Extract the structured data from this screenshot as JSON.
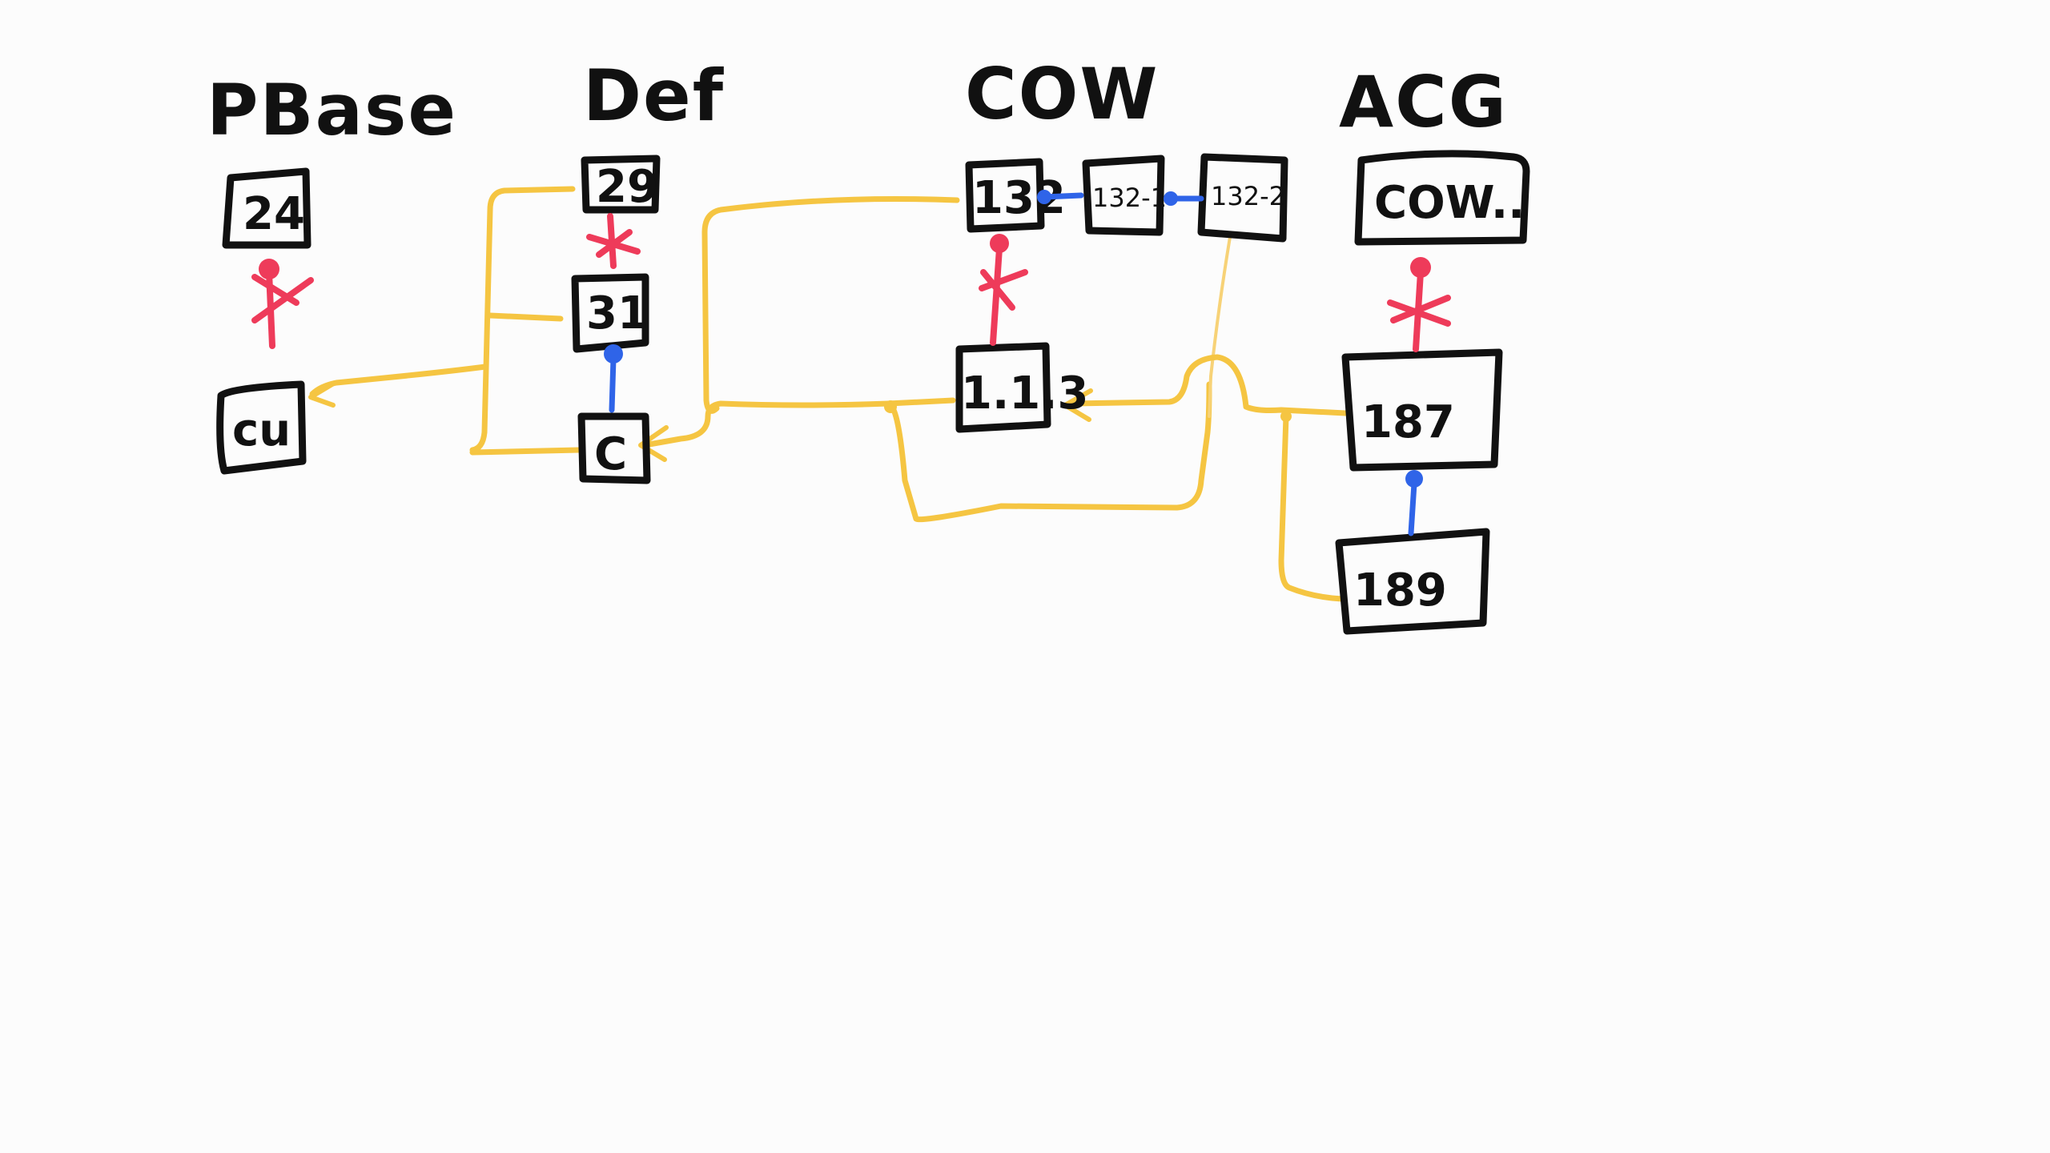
{
  "columns": {
    "pbase": {
      "title": "PBase"
    },
    "def": {
      "title": "Def"
    },
    "cow": {
      "title": "COW"
    },
    "acg": {
      "title": "ACG"
    }
  },
  "nodes": {
    "pbase_24": {
      "label": "24"
    },
    "pbase_cu": {
      "label": "cu"
    },
    "def_29": {
      "label": "29"
    },
    "def_31": {
      "label": "31"
    },
    "def_c": {
      "label": "C"
    },
    "cow_132": {
      "label": "132"
    },
    "cow_132_1": {
      "label": "132-1"
    },
    "cow_132_2": {
      "label": "132-2"
    },
    "cow_113": {
      "label": "1.1.3"
    },
    "acg_cow": {
      "label": "COW.."
    },
    "acg_187": {
      "label": "187"
    },
    "acg_189": {
      "label": "189"
    }
  },
  "colors": {
    "ink": "#111111",
    "flow_arrow": "#f5c542",
    "break_marker": "#ee3b5a",
    "link_connector": "#2f64e8",
    "background": "#fcfcfc"
  }
}
